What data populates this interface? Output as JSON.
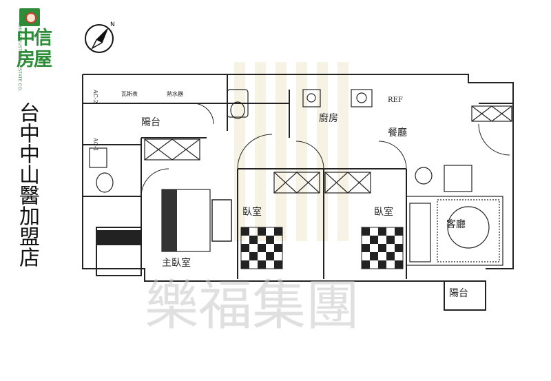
{
  "brand": {
    "logo_text": "中信房屋",
    "logo_en": "CHINATRUST REAL ESTATE CO.",
    "store_name": "台中中山醫加盟店"
  },
  "compass": {
    "north_label": "N"
  },
  "rooms": {
    "balcony_top": "陽台",
    "kitchen": "廚房",
    "dining": "餐廳",
    "bedroom_left": "臥室",
    "bedroom_right": "臥室",
    "living": "客廳",
    "master_bedroom": "主臥室",
    "balcony_bottom": "陽台"
  },
  "fixtures": {
    "gas_water_heater": "瓦斯表",
    "water_heater": "熱水器",
    "ref": "REF",
    "ac1": "AC-1",
    "ac2": "AC-2"
  },
  "watermark": "樂福集團",
  "colors": {
    "brand_green": "#2e8b3a",
    "brand_red": "#d23a2a",
    "wall": "#222222"
  }
}
